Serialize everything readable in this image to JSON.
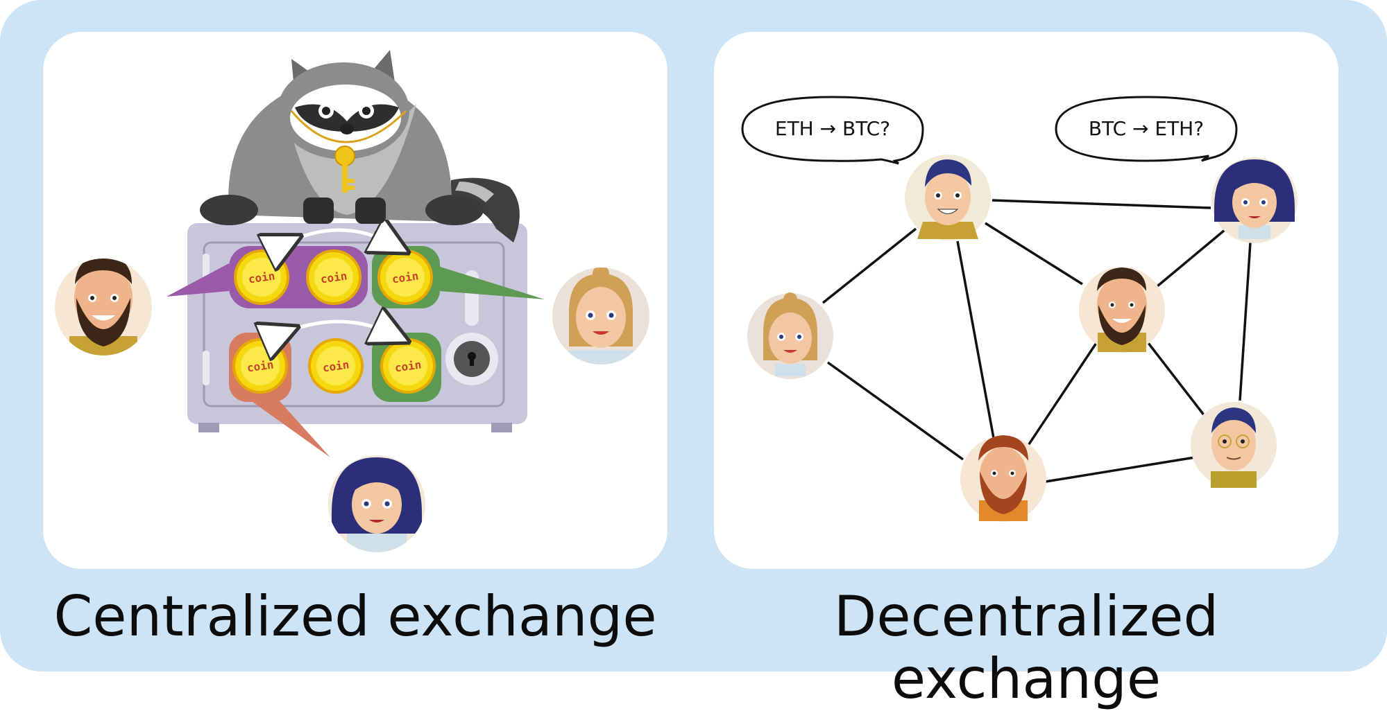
{
  "captions": {
    "left": "Centralized exchange",
    "right": "Decentralized exchange"
  },
  "coin_label": "coin",
  "bubbles": {
    "left": "ETH → BTC?",
    "right": "BTC → ETH?"
  },
  "colors": {
    "background": "#cde4f7",
    "panel": "#ffffff",
    "coin": "#f5d80f",
    "purple_slot": "#9b5aa8",
    "green_slot": "#5e9a52",
    "orange_slot": "#d77c60",
    "safe": "#c8c6da",
    "raccoon": "#8c8c8c"
  }
}
